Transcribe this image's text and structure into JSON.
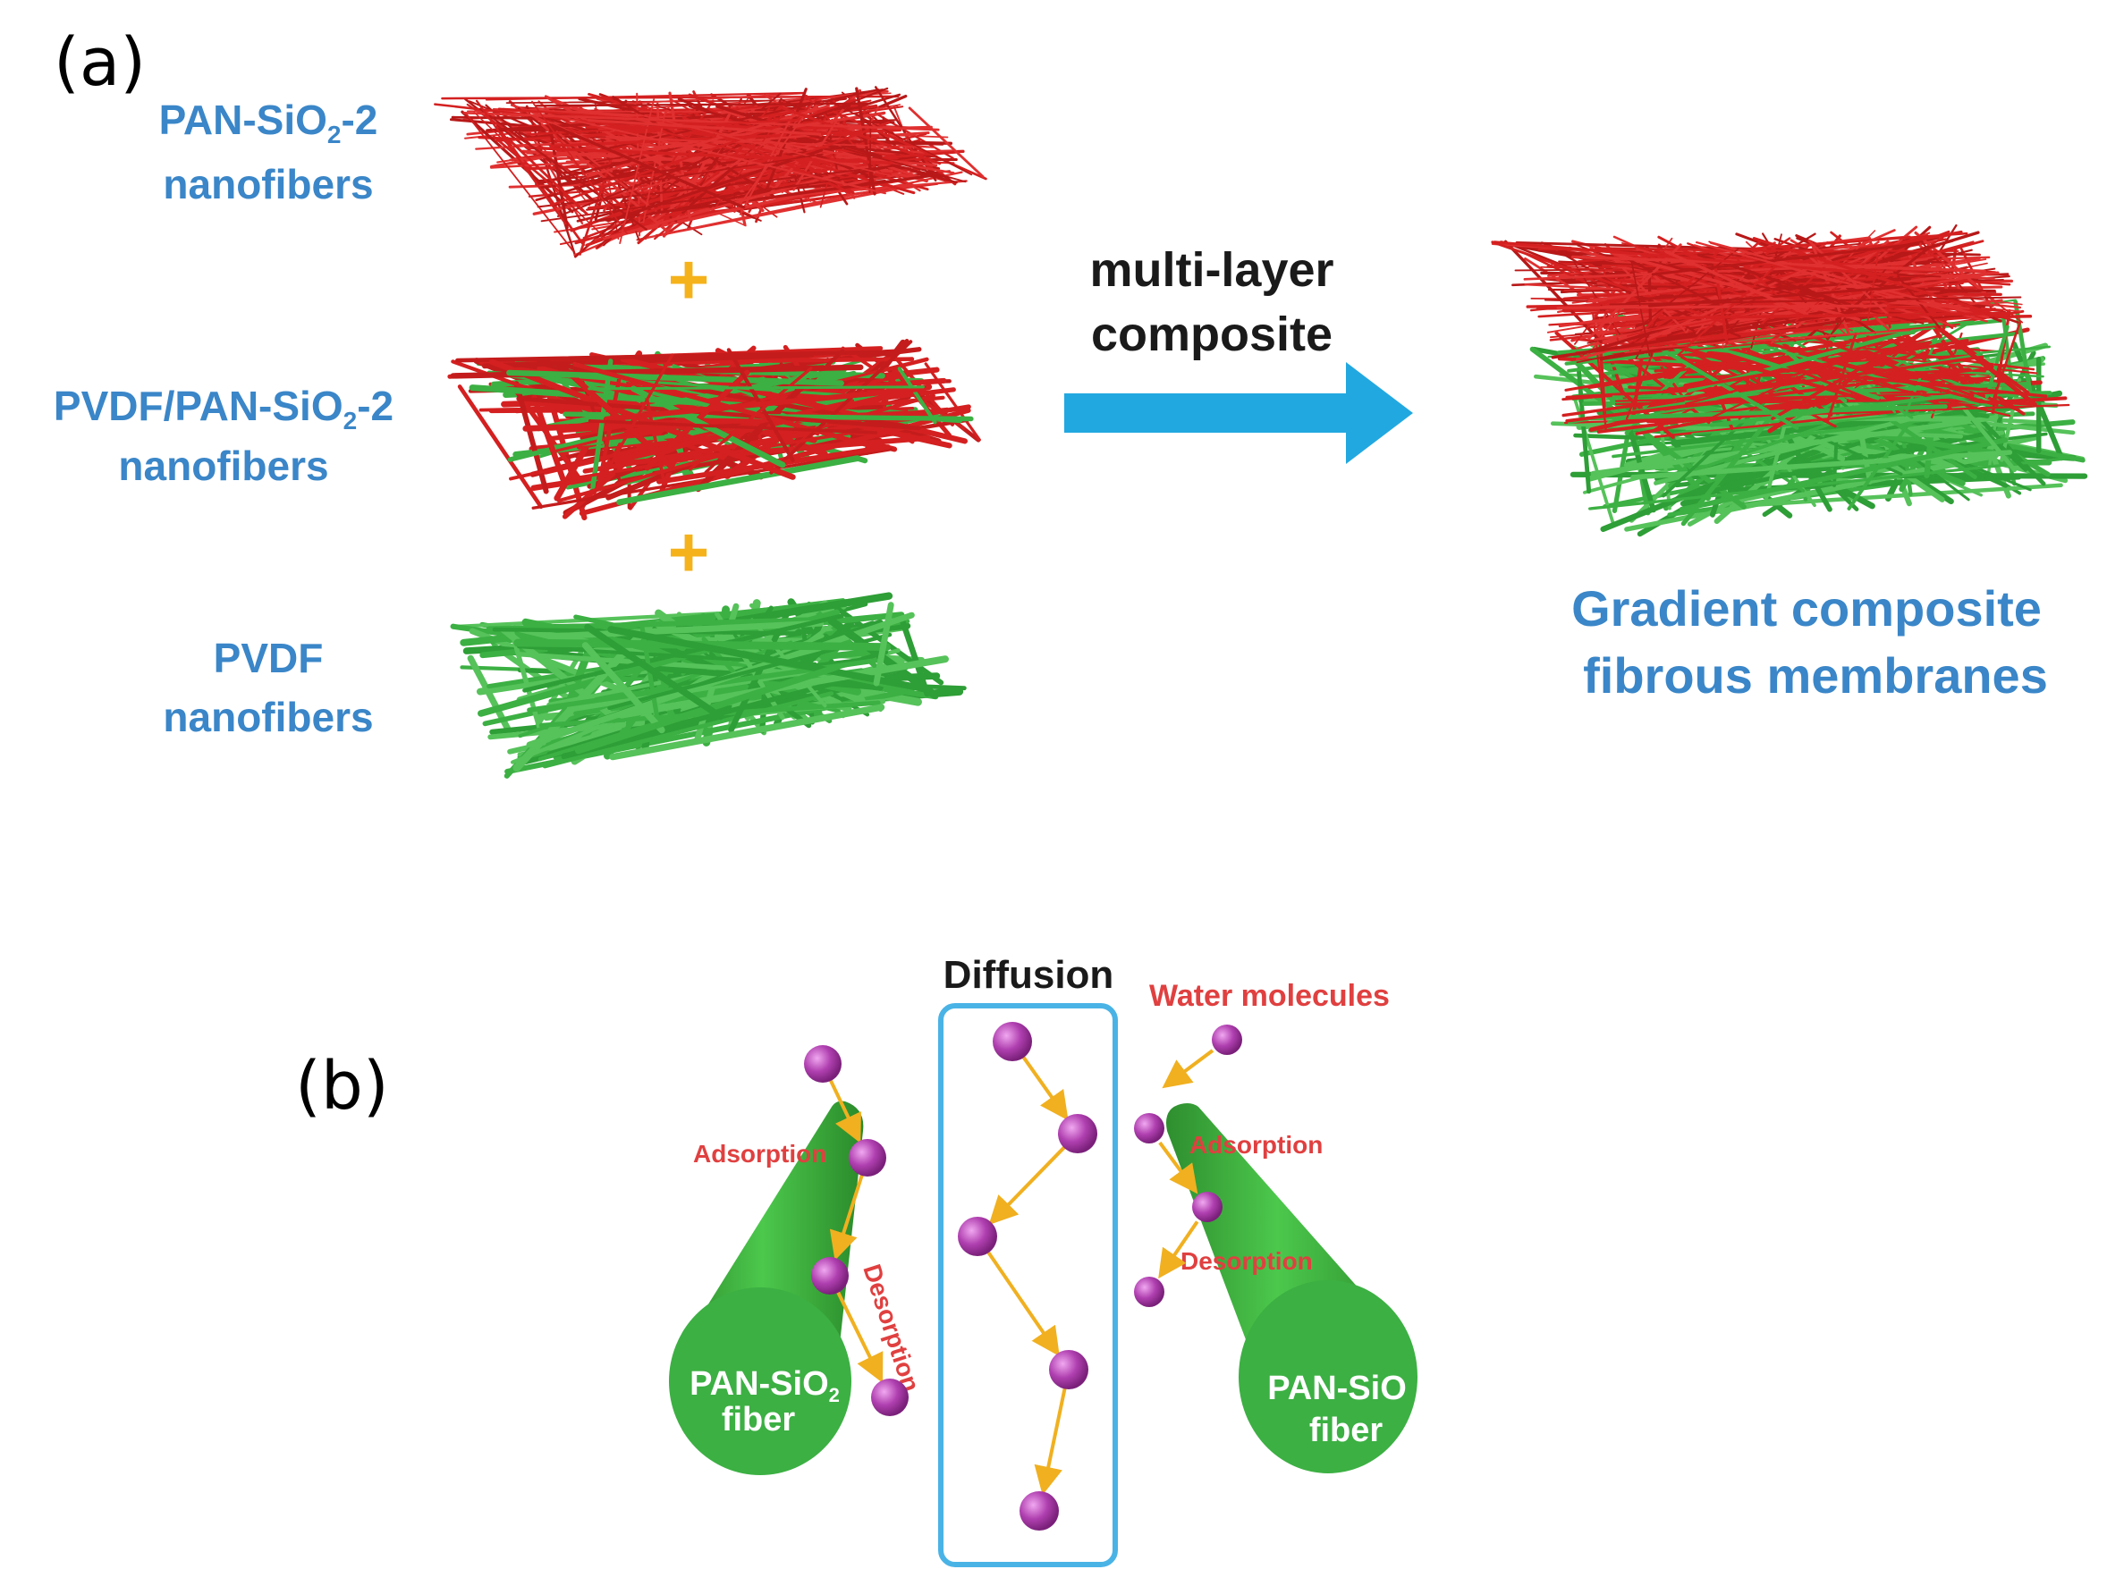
{
  "panel_a": {
    "label": "(a)",
    "layer1": {
      "line1": "PAN-SiO",
      "sub": "2",
      "line1_tail": "-2",
      "line2": "nanofibers"
    },
    "layer2": {
      "line1": "PVDF/PAN-SiO",
      "sub": "2",
      "line1_tail": "-2",
      "line2": "nanofibers"
    },
    "layer3": {
      "line1": "PVDF",
      "line2": "nanofibers"
    },
    "plus": "+",
    "arrow_label": {
      "line1": "multi-layer",
      "line2": "composite"
    },
    "result": {
      "line1": "Gradient composite",
      "line2": "fibrous membranes"
    }
  },
  "panel_b": {
    "label": "(b)",
    "diffusion": "Diffusion",
    "water": "Water molecules",
    "adsorption_left": "Adsorption",
    "desorption_left": "Desorption",
    "adsorption_right": "Adsorption",
    "desorption_right": "Desorption",
    "fiber_left": {
      "line1": "PAN-SiO",
      "sub": "2",
      "line2": "fiber"
    },
    "fiber_right": {
      "line1": "PAN-SiO",
      "line2": "fiber"
    }
  },
  "colors": {
    "red_fiber": "#d42020",
    "green_fiber": "#3cb043",
    "label_blue": "#3a86c8",
    "arrow_blue": "#22a8e0",
    "plus_orange": "#f5b21a",
    "molecule": "#b040b0",
    "diffusion_box": "#4ab3e6",
    "path_arrow": "#f0b020"
  }
}
